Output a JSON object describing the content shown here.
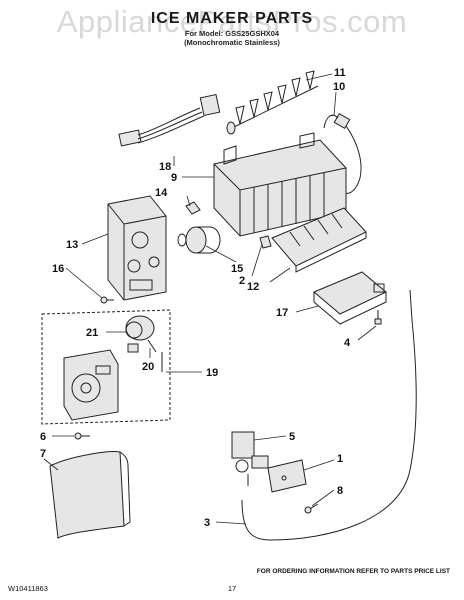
{
  "watermark": "AppliancePartsPros.com",
  "header": {
    "title": "ICE MAKER PARTS",
    "model_line": "For Model: GSS25GSHX04",
    "finish_line": "(Monochromatic Stainless)"
  },
  "callouts": {
    "c1": "1",
    "c2": "2",
    "c3": "3",
    "c4": "4",
    "c5": "5",
    "c6": "6",
    "c7": "7",
    "c8": "8",
    "c9": "9",
    "c10": "10",
    "c11": "11",
    "c12": "12",
    "c13": "13",
    "c14": "14",
    "c15": "15",
    "c16": "16",
    "c17": "17",
    "c18": "18",
    "c19": "19",
    "c20": "20",
    "c21": "21"
  },
  "footer": {
    "order_info": "FOR ORDERING INFORMATION REFER TO PARTS PRICE LIST",
    "doc_number": "W10411863",
    "page_number": "17"
  }
}
